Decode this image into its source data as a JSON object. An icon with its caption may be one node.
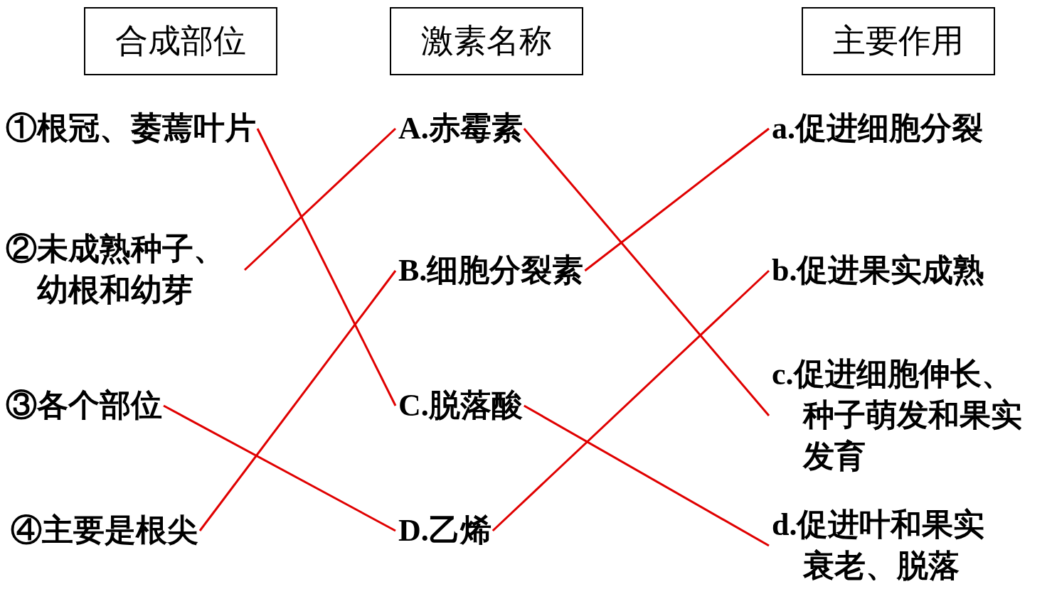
{
  "diagram": {
    "nodes": [
      {
        "text": [
          "合成部位"
        ]
      },
      {
        "text": [
          "激素名称"
        ]
      },
      {
        "text": [
          "主要作用"
        ]
      },
      {
        "text": [
          "①根冠、萎蔫叶片"
        ]
      },
      {
        "text": [
          "②未成熟种子、幼根和幼芽"
        ]
      },
      {
        "text": [
          "③各个部位"
        ]
      },
      {
        "text": [
          "④主要是根尖"
        ]
      },
      {
        "text": [
          "A.赤霉素"
        ]
      },
      {
        "text": [
          "B.细胞分裂素"
        ]
      },
      {
        "text": [
          "C.脱落酸"
        ]
      },
      {
        "text": [
          "D.乙烯"
        ]
      },
      {
        "text": [
          "a.促进细胞分裂"
        ]
      },
      {
        "text": [
          "b.促进果实成熟"
        ]
      },
      {
        "text": [
          "c.促进细胞伸长、种子萌发和果实发育"
        ]
      },
      {
        "text": [
          "d.促进叶和果实衰老、脱落"
        ]
      }
    ],
    "edges": [
      {
        "from": 3,
        "to": 9,
        "arrow": "none"
      },
      {
        "from": 4,
        "to": 7,
        "arrow": "none"
      },
      {
        "from": 5,
        "to": 10,
        "arrow": "none"
      },
      {
        "from": 6,
        "to": 8,
        "arrow": "none"
      },
      {
        "from": 7,
        "to": 13,
        "arrow": "none"
      },
      {
        "from": 8,
        "to": 11,
        "arrow": "none"
      },
      {
        "from": 9,
        "to": 14,
        "arrow": "none"
      },
      {
        "from": 10,
        "to": 12,
        "arrow": "none"
      }
    ]
  }
}
